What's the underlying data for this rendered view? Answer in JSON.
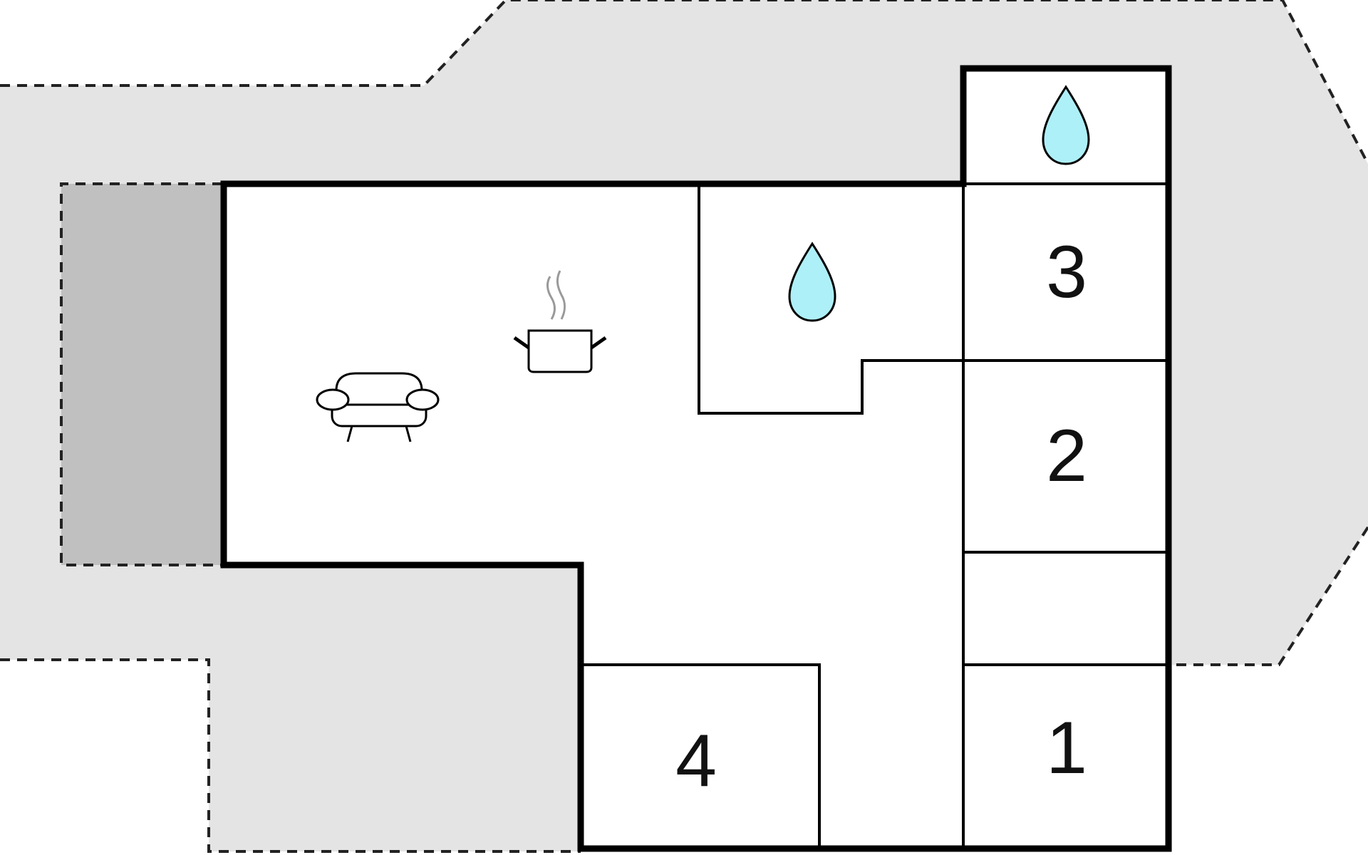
{
  "floorplan": {
    "colors": {
      "background": "#ffffff",
      "terrace": "#e4e4e4",
      "covered_terrace": "#c0c0c0",
      "outline": "#000000",
      "water": "#aef0f8",
      "steam": "#9a9a9a"
    },
    "rooms": [
      {
        "id": "room-1",
        "number": "1"
      },
      {
        "id": "room-2",
        "number": "2"
      },
      {
        "id": "room-3",
        "number": "3"
      },
      {
        "id": "room-4",
        "number": "4"
      }
    ],
    "icons": [
      {
        "id": "living-room",
        "icon": "sofa-icon"
      },
      {
        "id": "kitchen",
        "icon": "cooking-pot-icon"
      },
      {
        "id": "bathroom",
        "icon": "water-drop-icon"
      },
      {
        "id": "wc",
        "icon": "water-drop-icon"
      }
    ]
  }
}
